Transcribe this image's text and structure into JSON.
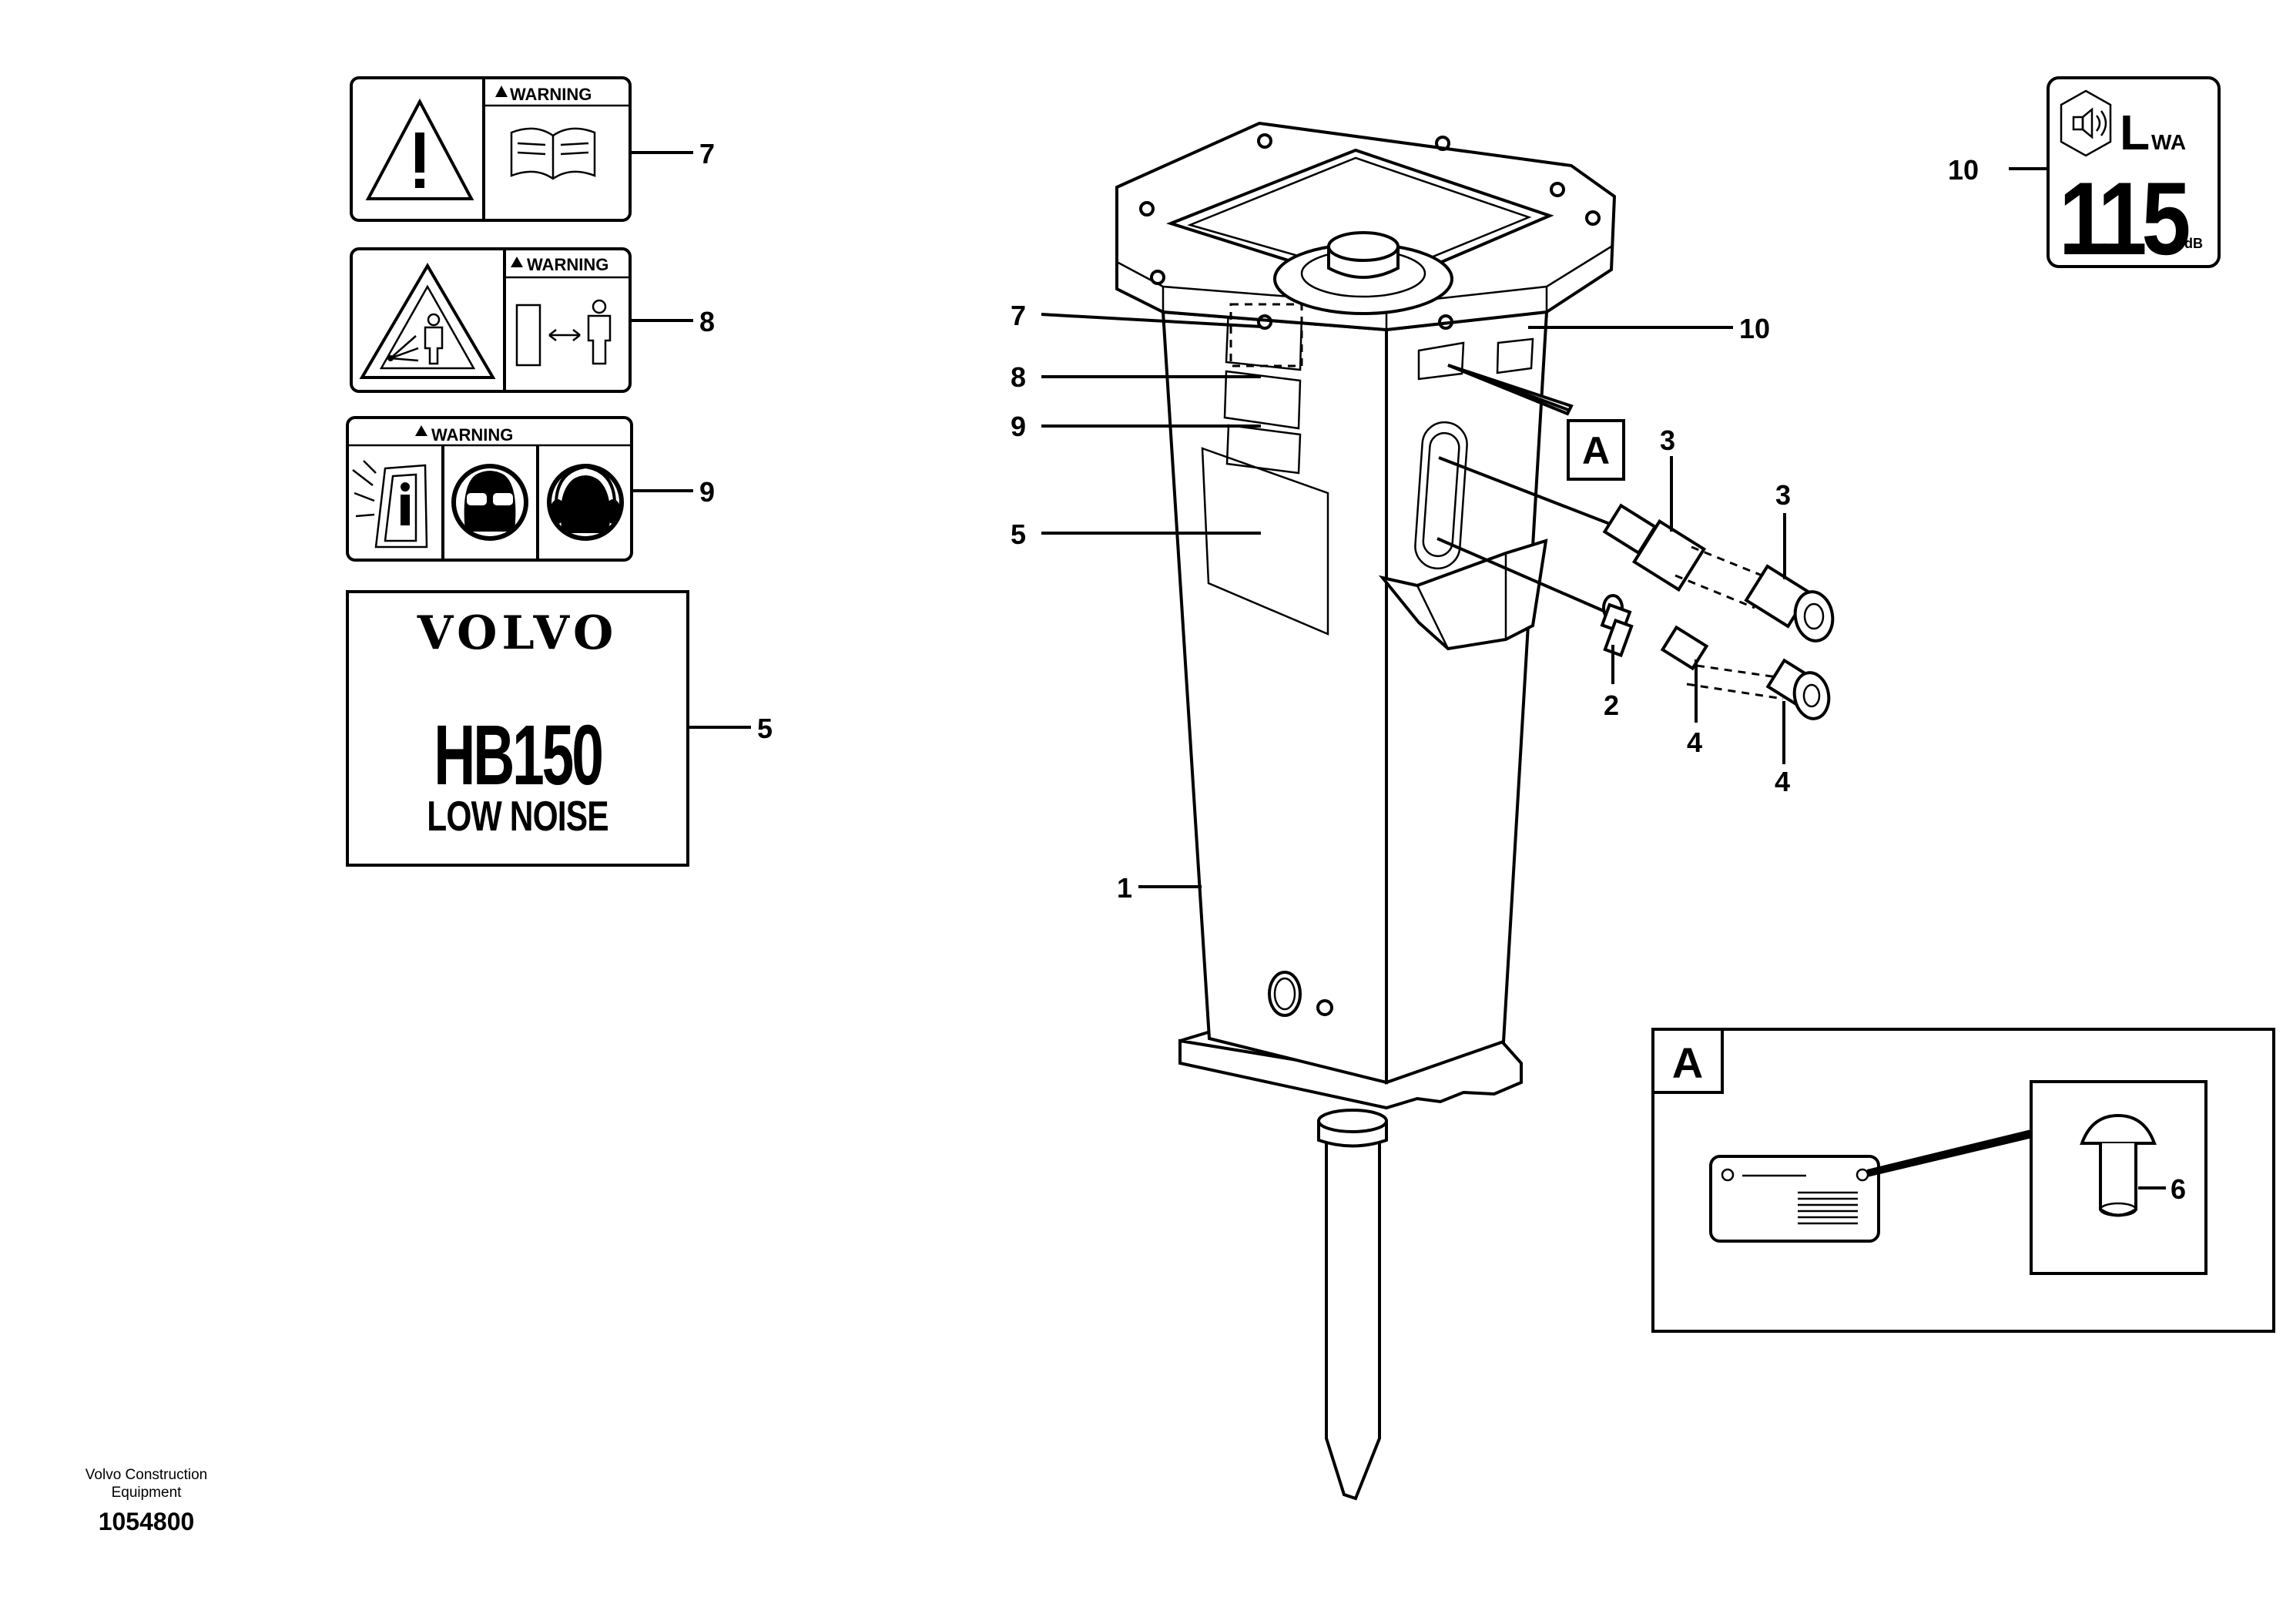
{
  "decals": {
    "warning_text": "WARNING",
    "volvo_brand": "VOLVO",
    "model": "HB150",
    "model_sub": "LOW NOISE",
    "noise": {
      "symbol": "L",
      "subscript": "WA",
      "value": "115",
      "unit": "dB"
    }
  },
  "callouts": {
    "c1": "1",
    "c2": "2",
    "c3a": "3",
    "c3b": "3",
    "c4a": "4",
    "c4b": "4",
    "c5_decal": "5",
    "c5_body": "5",
    "c6": "6",
    "c7_decal": "7",
    "c7_body": "7",
    "c8_decal": "8",
    "c8_body": "8",
    "c9_decal": "9",
    "c9_body": "9",
    "c10_decal": "10",
    "c10_body": "10"
  },
  "detail": {
    "ref_label": "A",
    "box_label": "A"
  },
  "footer": {
    "company_line1": "Volvo Construction",
    "company_line2": "Equipment",
    "drawing_number": "1054800"
  },
  "icons": [
    "warning-triangle-icon",
    "manual-book-icon",
    "keep-distance-icon",
    "flying-debris-icon",
    "safety-glasses-icon",
    "ear-protection-icon",
    "sound-speaker-icon"
  ]
}
